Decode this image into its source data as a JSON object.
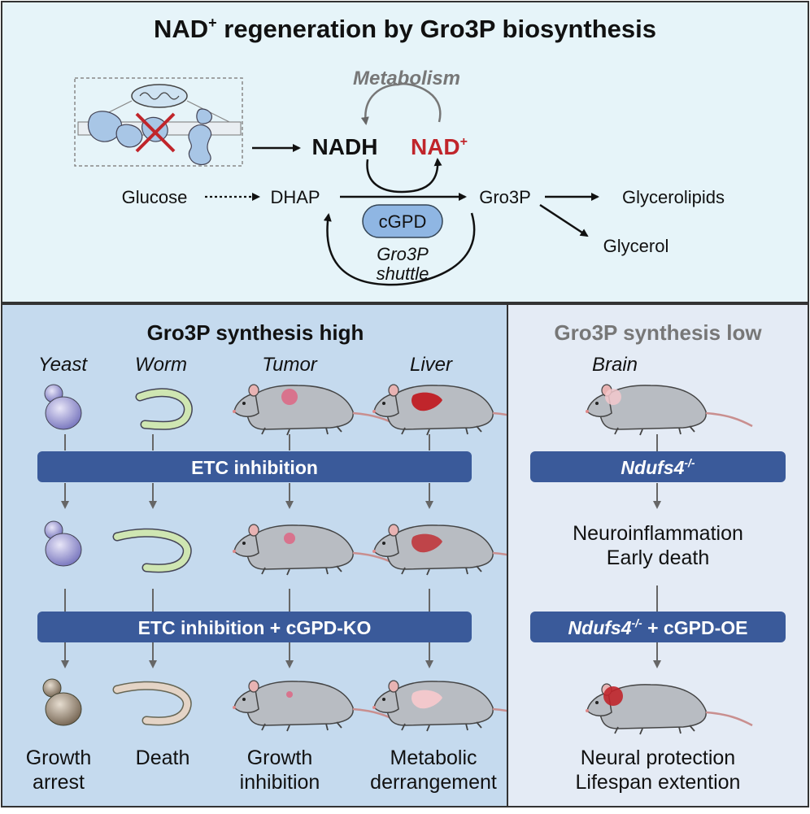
{
  "top": {
    "title_main": "NAD",
    "title_sup": "+",
    "title_rest": " regeneration by Gro3P biosynthesis",
    "metabolism": "Metabolism",
    "nadh": "NADH",
    "nad_main": "NAD",
    "nad_sup": "+",
    "glucose": "Glucose",
    "dhap": "DHAP",
    "cgpd": "cGPD",
    "gro3p": "Gro3P",
    "glycerolipids": "Glycerolipids",
    "glycerol": "Glycerol",
    "shuttle_line1": "Gro3P",
    "shuttle_line2": "shuttle"
  },
  "left_panel": {
    "title": "Gro3P synthesis high",
    "organisms": [
      "Yeast",
      "Worm",
      "Tumor",
      "Liver"
    ],
    "bar1": "ETC inhibition",
    "bar2": "ETC inhibition + cGPD-KO",
    "outcomes": [
      {
        "line1": "Growth",
        "line2": "arrest"
      },
      {
        "line1": "Death",
        "line2": ""
      },
      {
        "line1": "Growth",
        "line2": "inhibition"
      },
      {
        "line1": "Metabolic",
        "line2": "derrangement"
      }
    ]
  },
  "right_panel": {
    "title": "Gro3P synthesis low",
    "organism": "Brain",
    "bar1_italic": "Ndufs4",
    "bar1_sup": "-/-",
    "result1_line1": "Neuroinflammation",
    "result1_line2": "Early death",
    "bar2_italic": "Ndufs4",
    "bar2_sup": "-/-",
    "bar2_rest": " + cGPD-OE",
    "result2_line1": "Neural protection",
    "result2_line2": "Lifespan extention"
  },
  "colors": {
    "top_bg": "#e6f4f9",
    "left_bg": "#c5daee",
    "right_bg": "#e4ebf5",
    "bar": "#3a5a9a",
    "nad_red": "#c0252b",
    "cgpd_fill": "#8fb6e3",
    "grey_text": "#777777"
  },
  "icons": [
    "mitochondria-etc-icon",
    "yeast-icon",
    "worm-icon",
    "mouse-icon"
  ]
}
